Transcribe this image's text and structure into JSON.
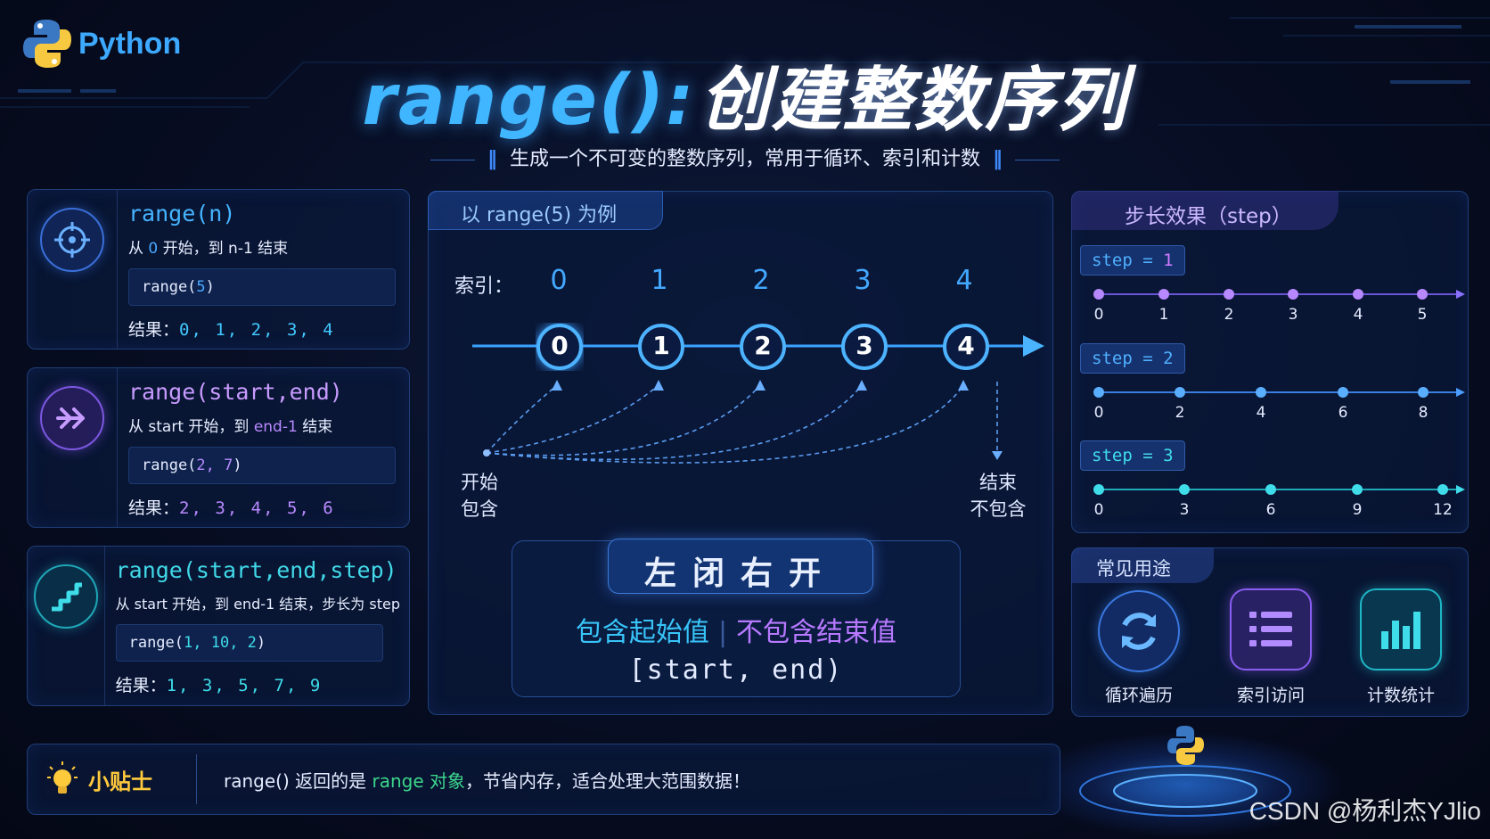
{
  "header": {
    "logo_text": "Python",
    "title_fn": "range():",
    "title_cn": "创建整数序列",
    "subtitle": "生成一个不可变的整数序列，常用于循环、索引和计数"
  },
  "cards": [
    {
      "fname": "range(n)",
      "desc_pre": "从 ",
      "desc_hl1": "0",
      "desc_mid": " 开始，到 ",
      "desc_hl2": "n-1",
      "desc_post": " 结束",
      "code_fn": "range(",
      "code_args": "5",
      "code_end": ")",
      "res_label": "结果：",
      "res_values": "0, 1, 2, 3, 4"
    },
    {
      "fname": "range(start,end)",
      "desc_pre": "从 start 开始，到 ",
      "desc_hl1": "",
      "desc_mid": "",
      "desc_hl2": "end-1",
      "desc_post": " 结束",
      "code_fn": "range(",
      "code_args": "2, 7",
      "code_end": ")",
      "res_label": "结果：",
      "res_values": "2, 3, 4, 5, 6"
    },
    {
      "fname": "range(start,end,step)",
      "desc_pre": "从 start 开始，到 end-1 结束，步长为 step",
      "desc_hl1": "",
      "desc_mid": "",
      "desc_hl2": "",
      "desc_post": "",
      "code_fn": "range(",
      "code_args": "1, 10, 2",
      "code_end": ")",
      "res_label": "结果：",
      "res_values": "1, 3, 5, 7, 9"
    }
  ],
  "center": {
    "tab": "以 range(5) 为例",
    "index_label": "索引：",
    "indices": [
      "0",
      "1",
      "2",
      "3",
      "4"
    ],
    "nodes": [
      "0",
      "1",
      "2",
      "3",
      "4"
    ],
    "start_label_1": "开始",
    "start_label_2": "包含",
    "end_label_1": "结束",
    "end_label_2": "不包含",
    "rule_title": "左闭右开",
    "rule_incl": "包含起始值",
    "rule_excl": "不包含结束值",
    "rule_interval": "[start, end)"
  },
  "steps": {
    "title": "步长效果（step）",
    "rows": [
      {
        "key": "step = ",
        "num": "1",
        "ticks": [
          "0",
          "1",
          "2",
          "3",
          "4",
          "5"
        ]
      },
      {
        "key": "step = ",
        "num": "2",
        "ticks": [
          "0",
          "2",
          "4",
          "6",
          "8"
        ]
      },
      {
        "key": "step = ",
        "num": "3",
        "ticks": [
          "0",
          "3",
          "6",
          "9",
          "12"
        ]
      }
    ]
  },
  "uses": {
    "title": "常见用途",
    "items": [
      {
        "label": "循环遍历",
        "icon": "refresh-icon"
      },
      {
        "label": "索引访问",
        "icon": "list-icon"
      },
      {
        "label": "计数统计",
        "icon": "bar-chart-icon"
      }
    ]
  },
  "tip": {
    "title": "小贴士",
    "text_pre": "range() 返回的是 ",
    "text_hl": "range 对象",
    "text_post": "，节省内存，适合处理大范围数据！"
  },
  "watermark": "CSDN @杨利杰YJlio",
  "colors": {
    "accent_blue": "#3fb6ff",
    "accent_purple": "#b779ff",
    "accent_teal": "#3fdcea",
    "tip_yellow": "#ffc93c",
    "tip_green": "#3dd68c"
  }
}
